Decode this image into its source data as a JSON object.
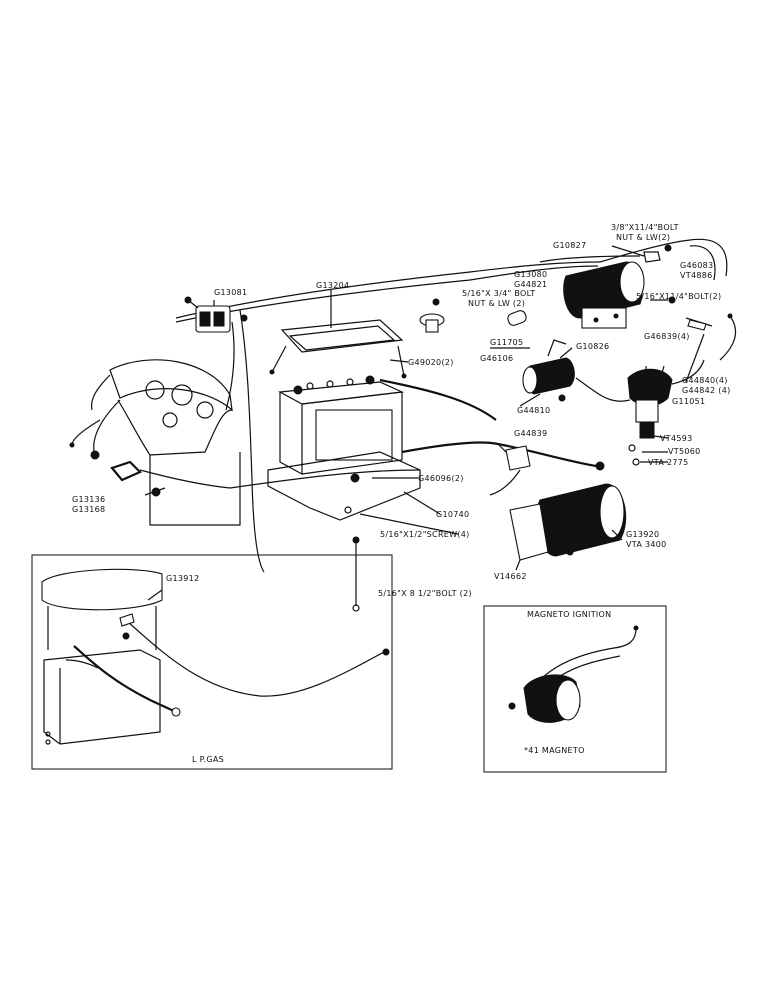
{
  "labels": {
    "g13081": "G13081",
    "g13204": "G13204",
    "g10827": "G10827",
    "bolt_3_8_l1": "3/8\"X11/4\"BOLT",
    "bolt_3_8_l2": "NUT & LW(2)",
    "g13080": "G13080",
    "g44821": "G44821",
    "g46083": "G46083",
    "vt4886": "VT4886",
    "bolt_5_16_34_l1": "5/16\"X 3/4\" BOLT",
    "bolt_5_16_34_l2": "NUT & LW (2)",
    "bolt_5_16_114": "5/16\"X11/4\"BOLT(2)",
    "g46839": "G46839(4)",
    "g10826": "G10826",
    "g11705": "G11705",
    "g46106": "G46106",
    "g49020": "G49020(2)",
    "g44840": "G44840(4)",
    "g44842": "G44842 (4)",
    "g11051": "G11051",
    "g44810": "G44810",
    "vt4593": "VT4593",
    "vt5060": "VT5060",
    "vta2775": "VTA 2775",
    "g44839": "G44839",
    "g46096": "G46096(2)",
    "g10740": "G10740",
    "screw_5_16_12": "5/16\"X1/2\"SCREW(4)",
    "g13920": "G13920",
    "vta3400": "VTA 3400",
    "v14662": "V14662",
    "g13136": "G13136",
    "g13168": "G13168",
    "bolt_5_16_812": "5/16\"X 8 1/2\"BOLT (2)",
    "g13912": "G13912",
    "lp_gas": "L P.GAS",
    "magneto_title": "MAGNETO IGNITION",
    "magneto_41": "*41 MAGNETO"
  }
}
